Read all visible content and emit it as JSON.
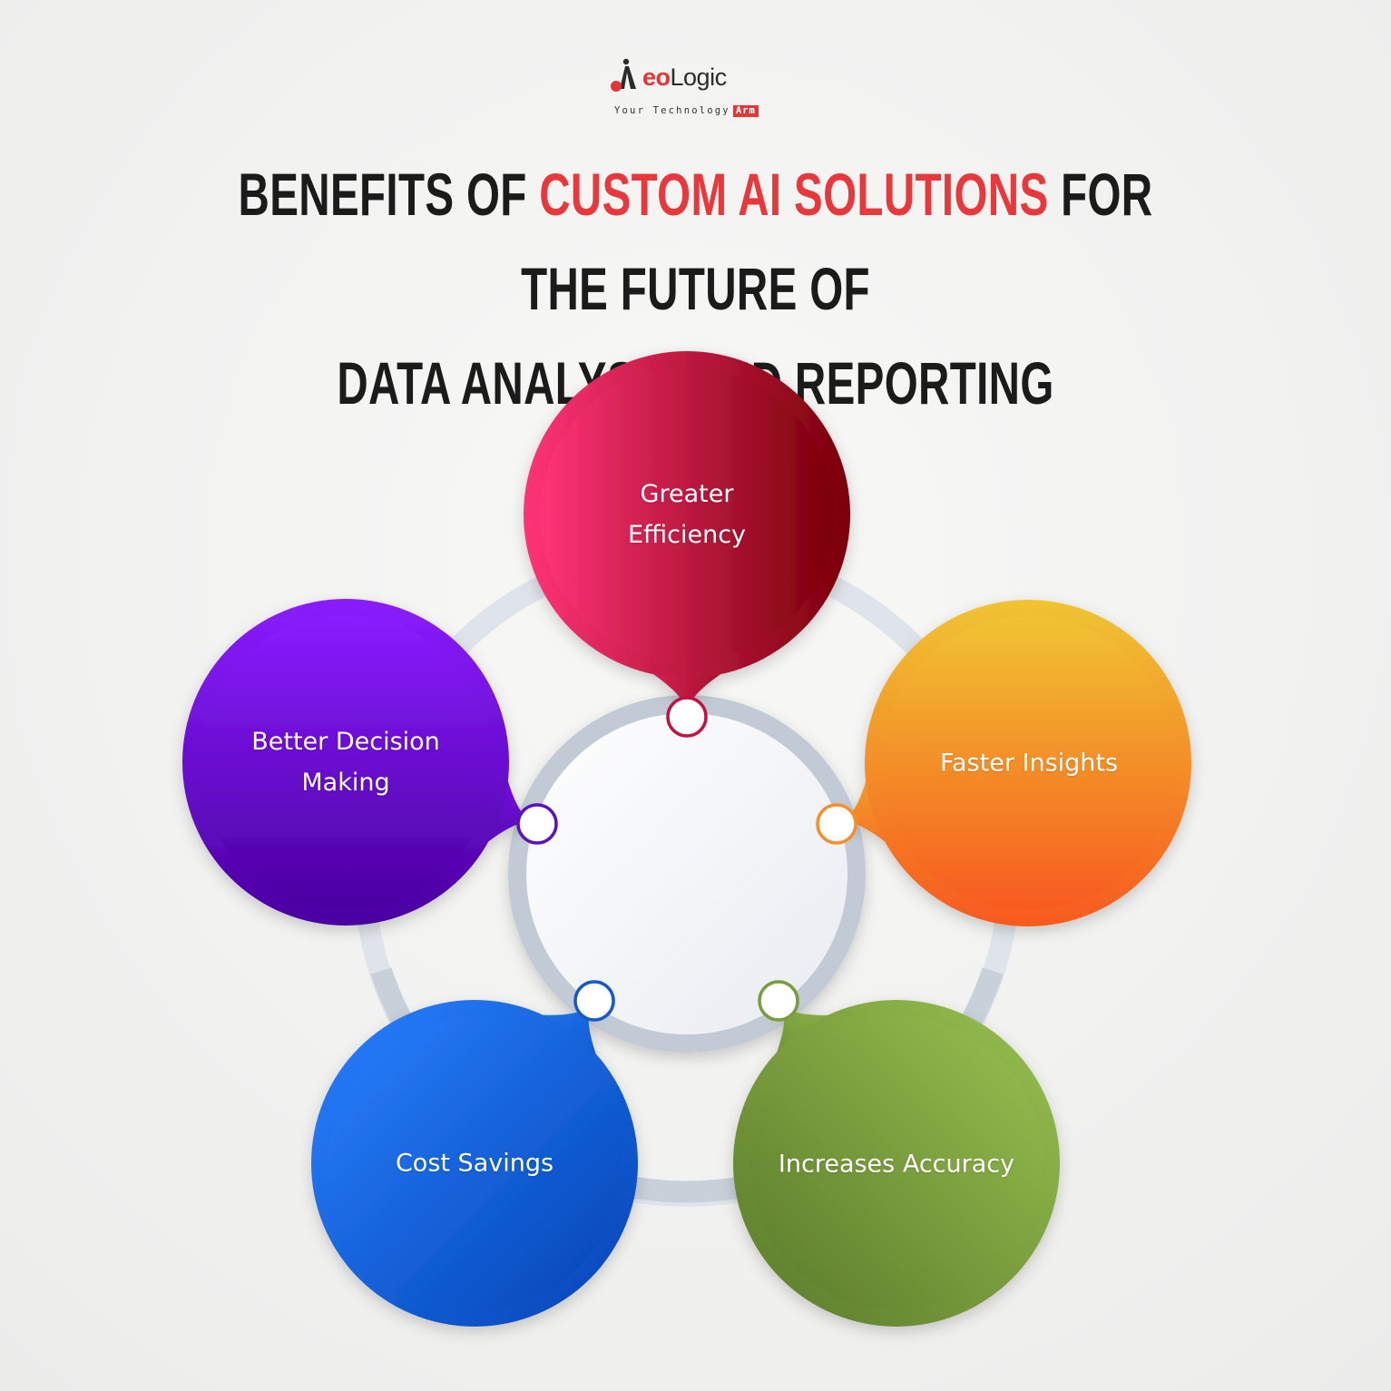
{
  "logo": {
    "word_red": "eo",
    "word_dark": "Logic",
    "tagline": "Your Technology",
    "tagline_box": "Arm",
    "colors": {
      "red": "#e53535",
      "dark": "#2b2b2b"
    }
  },
  "title": {
    "part1": "Benefits of",
    "accent": "Custom AI Solutions",
    "part2": "for the Future of",
    "line2": "Data Analysis and Reporting",
    "colors": {
      "text": "#1b1b1b",
      "accent": "#e8383b"
    }
  },
  "benefits": [
    {
      "label_lines": [
        "Greater",
        "Efficiency"
      ],
      "color_light": "#ff3378",
      "color_dark": "#7a0008",
      "ring": "#c4103f"
    },
    {
      "label_lines": [
        "Faster Insights"
      ],
      "color_light": "#f0c432",
      "color_dark": "#f75a1f",
      "ring": "#f48f2a"
    },
    {
      "label_lines": [
        "Increases Accuracy"
      ],
      "color_light": "#98c150",
      "color_dark": "#5a7a2a",
      "ring": "#7a9c3c"
    },
    {
      "label_lines": [
        "Cost Savings"
      ],
      "color_light": "#2b80ff",
      "color_dark": "#0044b5",
      "ring": "#1558c9"
    },
    {
      "label_lines": [
        "Better Decision",
        "Making"
      ],
      "color_light": "#8a1cff",
      "color_dark": "#4a00a0",
      "ring": "#5a12bd"
    }
  ],
  "hub": {
    "ring": "#c2cbd5",
    "outer_ring": "#dde3ea",
    "fill": "#f3f5f8"
  }
}
